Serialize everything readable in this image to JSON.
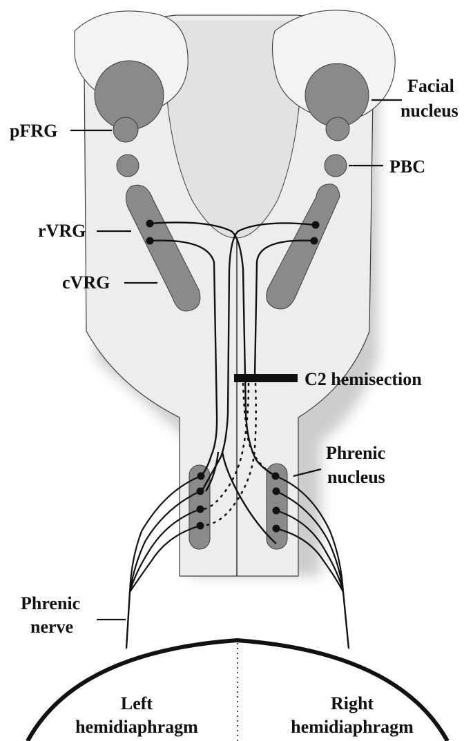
{
  "labels": {
    "facial_line1": "Facial",
    "facial_line2": "nucleus",
    "pfrg": "pFRG",
    "pbc": "PBC",
    "rvrg": "rVRG",
    "cvrg": "cVRG",
    "c2_hemisection": "C2 hemisection",
    "phrenic_nucleus_line1": "Phrenic",
    "phrenic_nucleus_line2": "nucleus",
    "phrenic_nerve_line1": "Phrenic",
    "phrenic_nerve_line2": "nerve",
    "left_line1": "Left",
    "left_line2": "hemidiaphragm",
    "right_line1": "Right",
    "right_line2": "hemidiaphragm"
  },
  "colors": {
    "tissue": "#ededed",
    "nucleus": "#8a8a8a",
    "outline": "#3c3c3c",
    "pathway": "#111111",
    "shadow": "#bdbdbd"
  }
}
